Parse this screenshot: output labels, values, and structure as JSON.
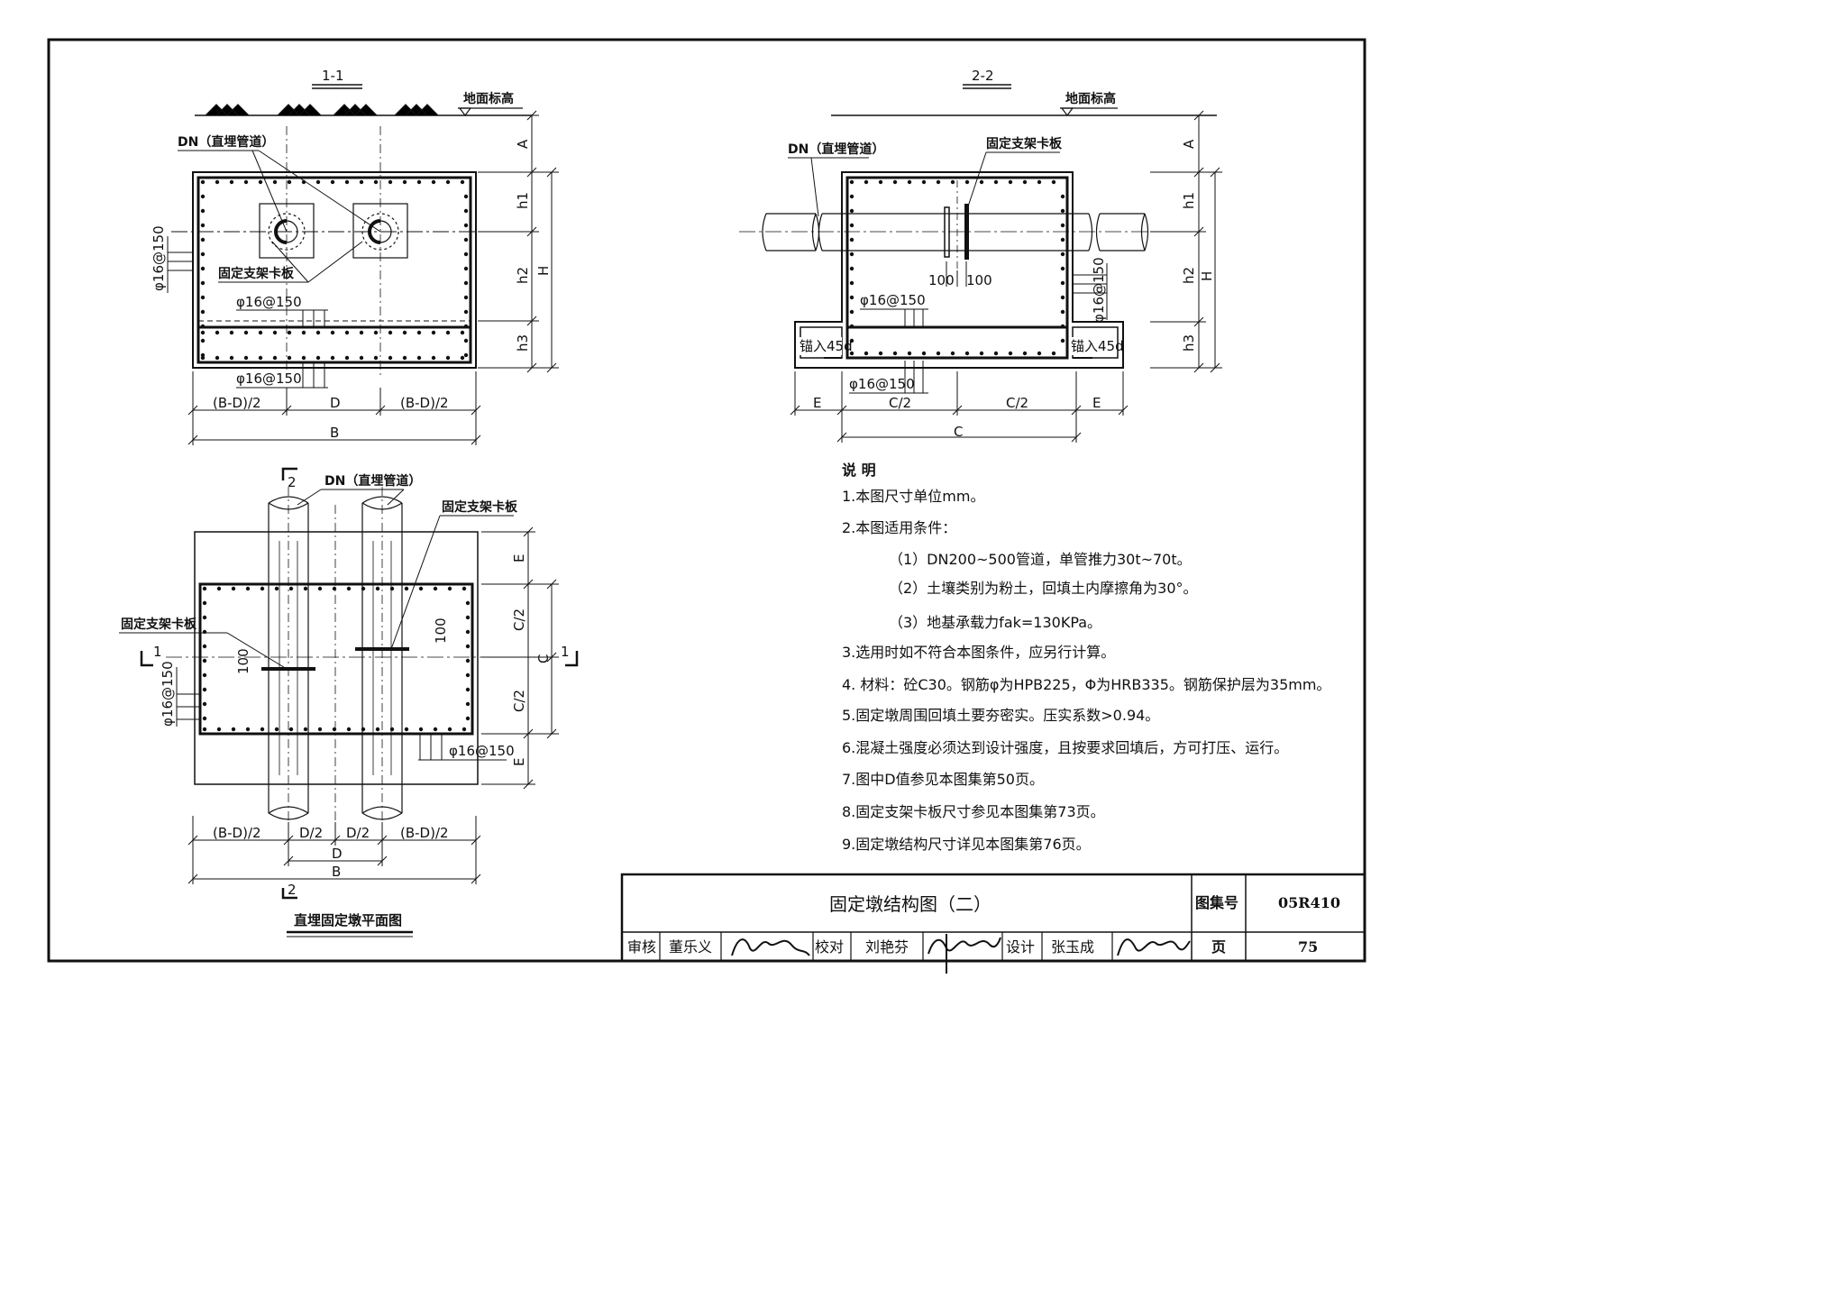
{
  "sheet": {
    "title": "固定墩结构图（二）",
    "atlas_label": "图集号",
    "atlas_no": "05R410",
    "page_label": "页",
    "page_no": "75",
    "review_label": "审核",
    "reviewer": "董乐义",
    "check_label": "校对",
    "checker": "刘艳芬",
    "design_label": "设计",
    "designer": "张玉成"
  },
  "section_1_1": {
    "title": "1-1",
    "ground_label": "地面标高",
    "pipe_label": "DN（直埋管道）",
    "plate_label": "固定支架卡板",
    "rebar_side": "φ16@150",
    "rebar_mid": "φ16@150",
    "rebar_bottom": "φ16@150",
    "dim_A": "A",
    "dim_h1": "h1",
    "dim_h2": "h2",
    "dim_h3": "h3",
    "dim_H": "H",
    "dim_left": "(B-D)/2",
    "dim_mid": "D",
    "dim_right": "(B-D)/2",
    "dim_total": "B"
  },
  "section_2_2": {
    "title": "2-2",
    "ground_label": "地面标高",
    "pipe_label": "DN（直埋管道）",
    "plate_label": "固定支架卡板",
    "dim_100_left": "100",
    "dim_100_right": "100",
    "rebar_side": "φ16@150",
    "rebar_mid": "φ16@150",
    "rebar_bottom": "φ16@150",
    "anchor_left": "锚入45d",
    "anchor_right": "锚入45d",
    "dim_A": "A",
    "dim_h1": "h1",
    "dim_h2": "h2",
    "dim_h3": "h3",
    "dim_H": "H",
    "dim_E_left": "E",
    "dim_C2_left": "C/2",
    "dim_C2_right": "C/2",
    "dim_E_right": "E",
    "dim_C": "C"
  },
  "plan": {
    "title": "直埋固定墩平面图",
    "pipe_label": "DN（直埋管道）",
    "plate_label_top": "固定支架卡板",
    "plate_label_left": "固定支架卡板",
    "section_2": "2",
    "section_1": "1",
    "dim_100_left": "100",
    "dim_100_right": "100",
    "rebar_left": "φ16@150",
    "rebar_bottom": "φ16@150",
    "dim_E_top": "E",
    "dim_C2_top": "C/2",
    "dim_C": "C",
    "dim_C2_bottom": "C/2",
    "dim_E_bottom": "E",
    "dim_bl": "(B-D)/2",
    "dim_d2a": "D/2",
    "dim_d2b": "D/2",
    "dim_br": "(B-D)/2",
    "dim_D": "D",
    "dim_B": "B"
  },
  "notes": {
    "heading": "说  明",
    "items": [
      "1.本图尺寸单位mm。",
      "2.本图适用条件：",
      "（1）DN200~500管道，单管推力30t~70t。",
      "（2）土壤类别为粉土，回填土内摩擦角为30°。",
      "（3）地基承载力fak=130KPa。",
      "3.选用时如不符合本图条件，应另行计算。",
      "4. 材料：砼C30。钢筋φ为HPB225，Φ为HRB335。钢筋保护层为35mm。",
      "5.固定墩周围回填土要夯密实。压实系数>0.94。",
      "6.混凝土强度必须达到设计强度，且按要求回填后，方可打压、运行。",
      "7.图中D值参见本图集第50页。",
      "8.固定支架卡板尺寸参见本图集第73页。",
      "9.固定墩结构尺寸详见本图集第76页。"
    ]
  }
}
